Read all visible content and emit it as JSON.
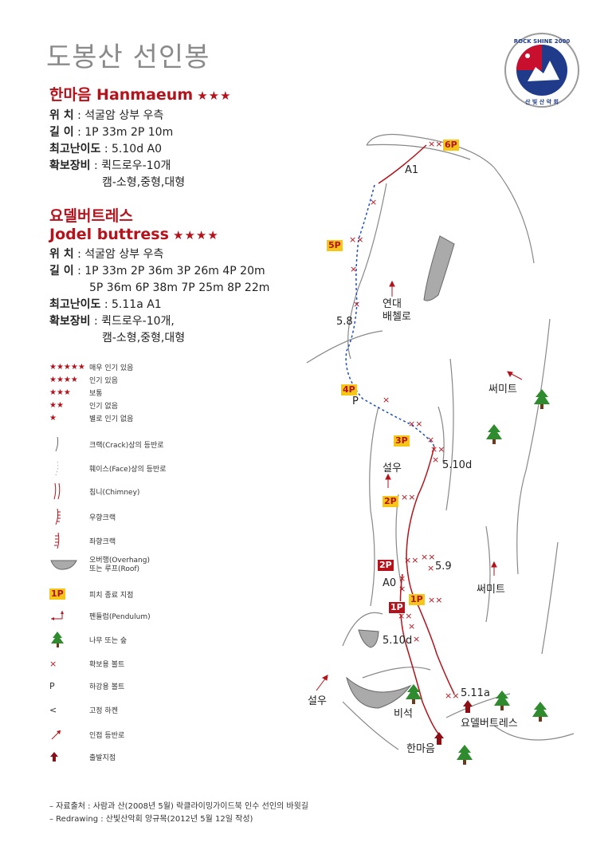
{
  "title": "도봉산 선인봉",
  "logo": {
    "top_text": "ROCK SHINE 2000",
    "bottom_text": "산 빛 산 악 회"
  },
  "route1": {
    "name": "한마음 Hanmaeum",
    "stars": "★★★",
    "location_label": "위  치",
    "location": ": 석굴암 상부 우측",
    "length_label": "길  이",
    "length": ": 1P 33m  2P 10m",
    "grade_label": "최고난이도",
    "grade": ": 5.10d  A0",
    "gear_label": "확보장비",
    "gear_line1": ": 퀵드로우-10개",
    "gear_line2": "캠-소형,중형,대형"
  },
  "route2": {
    "name_ko": "요델버트레스",
    "name_en": "Jodel buttress",
    "stars": "★★★★",
    "location_label": "위  치",
    "location": ": 석굴암 상부 우측",
    "length_label": "길  이",
    "length_line1": ": 1P 33m  2P 36m  3P 26m  4P 20m",
    "length_line2": "5P 36m  6P 38m  7P 25m  8P 22m",
    "grade_label": "최고난이도",
    "grade": ": 5.11a  A1",
    "gear_label": "확보장비",
    "gear_line1": ": 퀵드로우-10개,",
    "gear_line2": "캠-소형,중형,대형"
  },
  "legend": [
    {
      "symbol": "★★★★★",
      "label": "매우 인기 있음"
    },
    {
      "symbol": "★★★★",
      "label": "인기 있음"
    },
    {
      "symbol": "★★★",
      "label": "보통"
    },
    {
      "symbol": "★★",
      "label": "인기 없음"
    },
    {
      "symbol": "★",
      "label": "별로 인기 없음"
    },
    {
      "symbol": "crack-line",
      "label": "크랙(Crack)상의 등반로"
    },
    {
      "symbol": "face-dots",
      "label": "훼이스(Face)상의 등반로"
    },
    {
      "symbol": "chimney-lines",
      "label": "침니(Chimney)"
    },
    {
      "symbol": "right-crack",
      "label": "우향크랙"
    },
    {
      "symbol": "left-crack",
      "label": "좌향크랙"
    },
    {
      "symbol": "overhang-shape",
      "label": "오버행(Overhang)\n또는 루프(Roof)"
    },
    {
      "symbol": "1P",
      "label": "피치 종료 지점"
    },
    {
      "symbol": "pendulum-arrow",
      "label": "펜듈럼(Pendulum)"
    },
    {
      "symbol": "tree-icon",
      "label": "나무 또는 숲"
    },
    {
      "symbol": "×",
      "label": "확보용 볼트"
    },
    {
      "symbol": "P",
      "label": "하강용 볼트"
    },
    {
      "symbol": "<",
      "label": "고정 하켄"
    },
    {
      "symbol": "adjacent-arrow",
      "label": "인접 등반로"
    },
    {
      "symbol": "start-arrow",
      "label": "출발지점"
    }
  ],
  "map_labels": {
    "p6": "6P",
    "p5": "5P",
    "p4": "4P",
    "p3": "3P",
    "p2": "2P",
    "p2red": "2P",
    "p1": "1P",
    "p1red": "1P",
    "a1": "A1",
    "a0": "A0",
    "p_bolt": "P",
    "g58": "5.8",
    "g510d_top": "5.10d",
    "g59": "5.9",
    "g510d_bottom": "5.10d",
    "g511a": "5.11a",
    "yeondae": "연대\n배첼로",
    "summit1": "써미트",
    "summit2": "써미트",
    "seolwoo1": "설우",
    "seolwoo2": "설우",
    "biseok": "비석",
    "hanmaeum": "한마음",
    "yodel": "요델버트레스"
  },
  "footer": {
    "line1": "– 자료출처 : 사람과 산(2008년 5월) 락클라이밍가이드북 인수 선인의 바윗길",
    "line2": "– Redrawing : 산빛산악회 양규목(2012년 5월 12일 작성)"
  }
}
